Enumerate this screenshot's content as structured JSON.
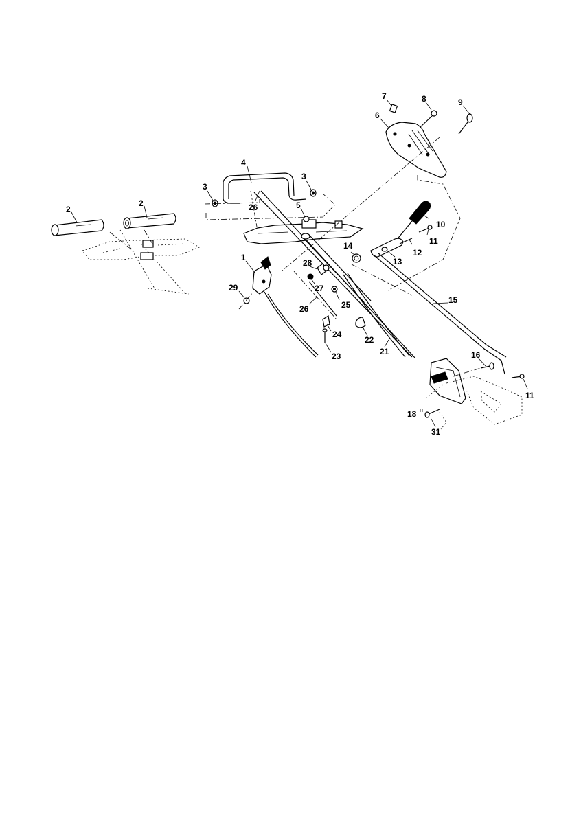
{
  "labels": {
    "p1": "1",
    "p2a": "2",
    "p2b": "2",
    "p3a": "3",
    "p3b": "3",
    "p4": "4",
    "p5": "5",
    "p6": "6",
    "p7": "7",
    "p8": "8",
    "p9": "9",
    "p10": "10",
    "p11a": "11",
    "p11b": "11",
    "p12": "12",
    "p13": "13",
    "p14": "14",
    "p15": "15",
    "p16": "16",
    "p18": "18",
    "p21": "21",
    "p22": "22",
    "p23": "23",
    "p24": "24",
    "p25": "25",
    "p26a": "26",
    "p26b": "26",
    "p27": "27",
    "p28": "28",
    "p29": "29",
    "p31": "31"
  }
}
